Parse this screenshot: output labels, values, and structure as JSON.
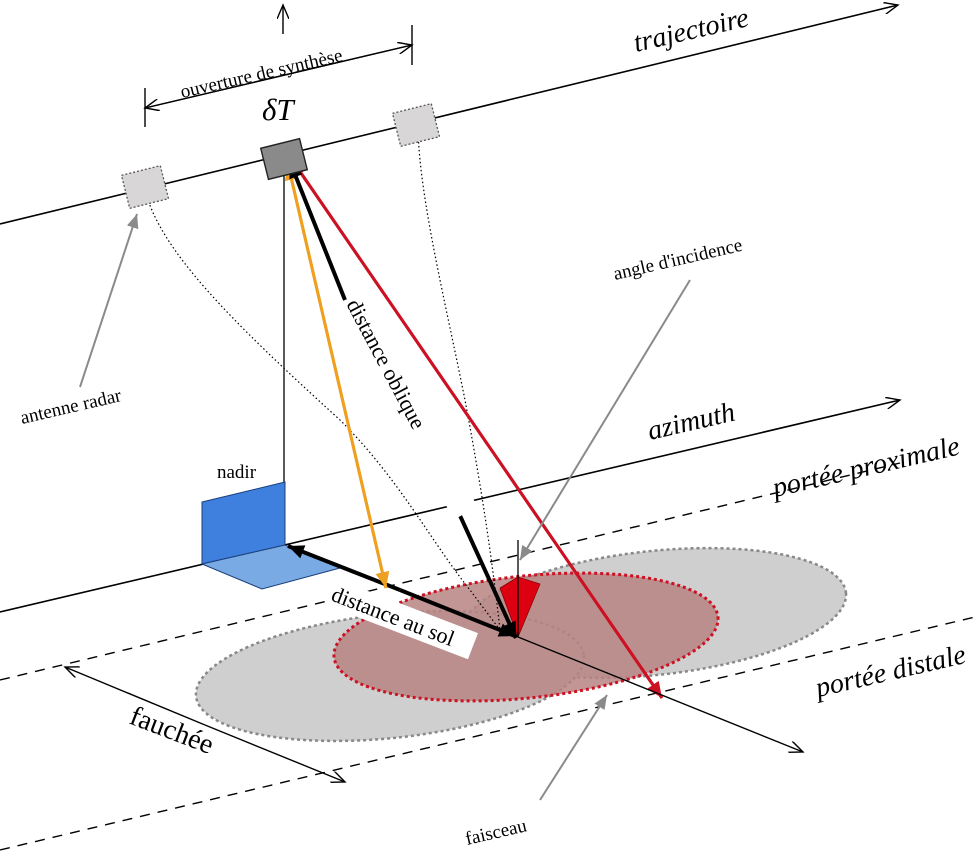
{
  "labels": {
    "trajectory": "trajectoire",
    "synthetic_aperture": "ouverture de synthèse",
    "delta_t": "δT",
    "radar_antenna": "antenne radar",
    "slant_range": "distance oblique",
    "incidence_angle": "angle d'incidence",
    "azimuth": "azimuth",
    "near_range": "portée proximale",
    "far_range": "portée distale",
    "nadir": "nadir",
    "ground_range": "distance au sol",
    "swath": "fauchée",
    "beam": "faisceau"
  },
  "colors": {
    "line": "#000000",
    "slant_red": "#cc1122",
    "slant_orange": "#f0a020",
    "nadir_blue": "#3f7fdd",
    "nadir_blue_light": "#7aaae4",
    "antenna_gray": "#8a8a8a",
    "antenna_ghost": "#d8d6d6",
    "footprint_gray": "#cfcfcf",
    "footprint_red": "#b88484",
    "incidence_red": "#dd0011",
    "pointer_gray": "#8a8a8a"
  }
}
